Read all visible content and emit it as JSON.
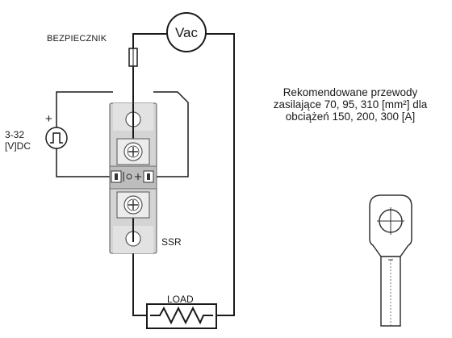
{
  "labels": {
    "fuse": "BEZPIECZNIK",
    "voltmeter": "Vac",
    "source_line1": "3-32",
    "source_line2": "[V]DC",
    "plus_sign": "+",
    "ssr": "SSR",
    "load": "LOAD"
  },
  "note": {
    "line1": "Rekomendowane przewody",
    "line2": "zasilające 70, 95, 310 [mm²] dla",
    "line3": "obciążeń 150, 200, 300 [A]"
  },
  "colors": {
    "wire": "#1a1a1a",
    "module_body": "#d4d4d4",
    "module_dark": "#a8a8a8",
    "terminal": "#ececec"
  },
  "icons": {
    "fuse": "fuse-icon",
    "source": "pulse-source-icon",
    "load": "resistor-icon",
    "lug": "cable-lug-icon",
    "screw": "screw-icon"
  }
}
